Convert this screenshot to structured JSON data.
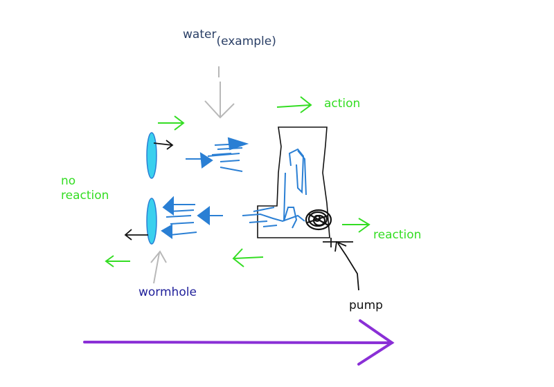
{
  "labels": {
    "water": "water",
    "water_sub": "(example)",
    "action": "action",
    "no_reaction_1": "no",
    "no_reaction_2": "reaction",
    "reaction": "reaction",
    "wormhole": "wormhole",
    "pump": "pump"
  },
  "colors": {
    "green": "#33dd22",
    "blue_label": "#2a3f66",
    "navy": "#1f1f9a",
    "water_flow": "#2a7fd4",
    "wormhole_fill": "#3ad0ee",
    "gray": "#b8b8b8",
    "purple": "#8a2fd6",
    "black": "#111111"
  }
}
